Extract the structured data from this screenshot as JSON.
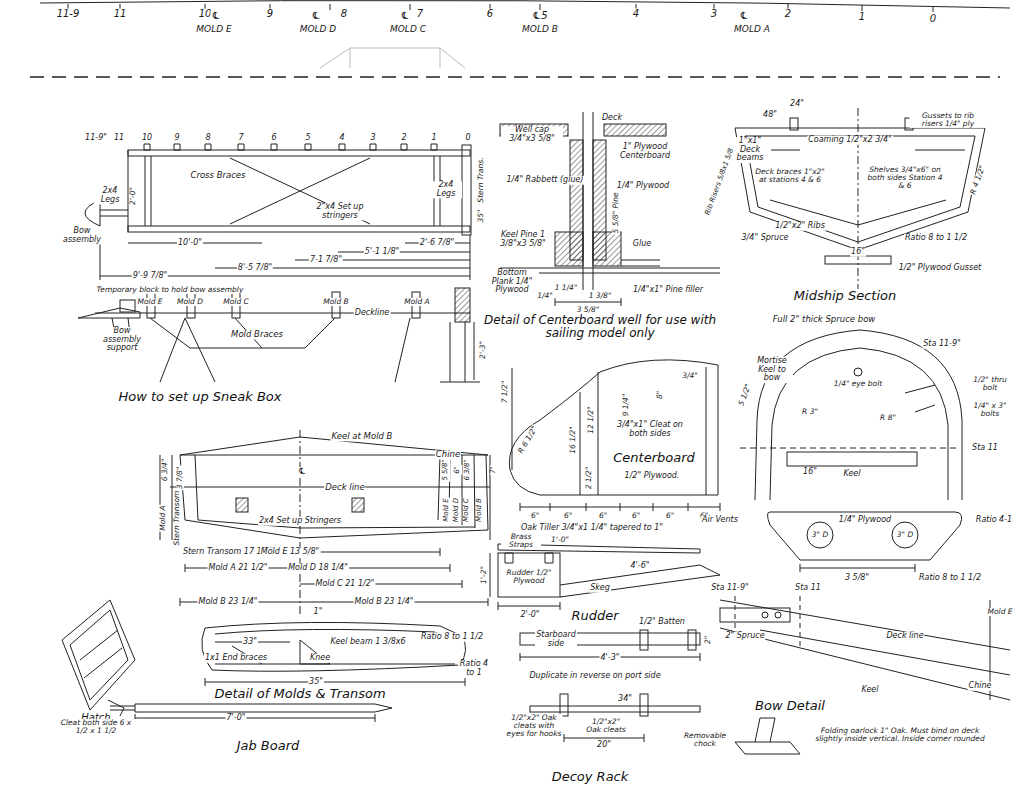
{
  "diagram": {
    "labels": [
      "11-9",
      "11",
      "10",
      "℄",
      "MOLD E",
      "9",
      "℄",
      "8",
      "MOLD D",
      "℄",
      "7",
      "MOLD C",
      "6",
      "℄5",
      "MOLD B",
      "4",
      "3",
      "℄",
      "MOLD A",
      "2",
      "1",
      "0",
      "11-9\"",
      "11",
      "10",
      "9",
      "8",
      "7",
      "6",
      "5",
      "4",
      "3",
      "2",
      "1",
      "0",
      "Cross Braces",
      "2x4 Legs",
      "2'-0\"",
      "2x4 Legs",
      "2\"x4 Set up stringers",
      "Stern Trans.",
      "35\"",
      "Bow assembly",
      "10'-0\"",
      "9'-9 7/8\"",
      "8'-5 7/8\"",
      "7-1 7/8\"",
      "5'-1 1/8\"",
      "2'-6 7/8\"",
      "Temporary block to hold bow assembly",
      "Mold E",
      "Mold D",
      "Mold C",
      "Mold B",
      "Mold A",
      "Deckline",
      "Bow assembly support",
      "Mold Braces",
      "2'-3\"",
      "How to set up Sneak Box",
      "Keel at Mold B",
      "Chine",
      "℄",
      "Deck line",
      "2x4 Set up Stringers",
      "Mold A",
      "Stern Transom",
      "6 3/4\"",
      "3 7/8\"",
      "Mold E",
      "Mold D",
      "Mold C",
      "Mold B",
      "5 5/8\"",
      "6\"",
      "6 3/8\"",
      "7\"",
      "Stern Transom 17 1/2\"",
      "Mold E 13 5/8\"",
      "Mold A 21 1/2\"",
      "Mold D 18 1/4\"",
      "Mold C 21 1/2\"",
      "Mold B 23 1/4\"",
      "Mold B 23 1/4\"",
      "1\"",
      "33\"",
      "Keel beam 1 3/8x6",
      "Ratio 8 to 1 1/2",
      "1x1 End braces",
      "Knee",
      "Ratio 4 to 1",
      "35\"",
      "Detail of Molds & Transom",
      "Hatch",
      "Cleat both side 6 x 1/2 x 1 1/2",
      "7'-0\"",
      "Jab Board",
      "Well cap 3/4\"x3 5/8\"",
      "Deck",
      "1\" Plywood Centerboard",
      "1/4\" Rabbett (glue)",
      "1/4\" Plywood",
      "Keel Pine 1 3/8\"x3 5/8\"",
      "5 5/8\" Pine",
      "Glue",
      "Bottom Plank 1/4\" Plywood",
      "1/4\"",
      "1 1/4\"",
      "1 3/8\"",
      "3 5/8\"",
      "1/4\"x1\" Pine filler",
      "Detail of Centerboard well for use with sailing model only",
      "7 1/2\"",
      "12 1/2\"",
      "16 1/2\"",
      "9 1/4\"",
      "8\"",
      "3/4\"",
      "R 6 1/2\"",
      "2 1/2\"",
      "3/4\"x1\" Cleat on both sides",
      "Centerboard",
      "1/2\" Plywood.",
      "6\"",
      "6\"",
      "6\"",
      "6\"",
      "6\"",
      "6\"",
      "Oak Tiller 3/4\"x1 1/4\" tapered to 1\"",
      "1'-0\"",
      "Brass Straps",
      "1'-2\"",
      "Rudder 1/2\" Plywood",
      "Skeg",
      "4'-6\"",
      "2'-0\"",
      "Rudder",
      "Starboard side",
      "1/2\" Batten",
      "2\"",
      "4'-3\"",
      "Duplicate in reverse on port side",
      "34\"",
      "1/2\"x2\" Oak cleats with eyes for hooks",
      "1/2\"x2\" Oak cleats",
      "20\"",
      "Decoy Rack",
      "48\"",
      "24\"",
      "1\"x1\" Deck beams",
      "Coaming 1/2\"x2 3/4\"",
      "Gussets to rib risers 1/4\" ply",
      "Rib Risers 5/8x1 5/8",
      "Deck braces 1\"x2\" at stations 4 & 6",
      "Shelves 3/4\"x6\" on both sides Station 4 & 6",
      "R 4 1/2\"",
      "3/4\" Spruce",
      "1/2\"x2\" Ribs",
      "Ratio 8 to 1 1/2",
      "16\"",
      "1/2\" Plywood Gusset",
      "Midship Section",
      "Full 2\" thick Spruce bow",
      "Sta 11-9\"",
      "Mortise Keel to bow",
      "1/4\" eye bolt",
      "1/2\" thru bolt",
      "1/4\" x 3\" bolts",
      "5 1/2\"",
      "R 3\"",
      "R 8\"",
      "Sta 11",
      "16\"",
      "Keel",
      "1/4\" Plywood",
      "3\" D",
      "3\" D",
      "Air Vents",
      "Ratio 4-1",
      "3 5/8\"",
      "Ratio 8 to 1 1/2",
      "Sta 11-9\"",
      "Sta 11",
      "2\" Spruce",
      "Mold E",
      "Deck line",
      "Chine",
      "Keel",
      "Bow Detail",
      "Removable chock",
      "Folding oarlock 1\" Oak. Must bind on deck slightly inside vertical. Inside corner rounded"
    ]
  }
}
